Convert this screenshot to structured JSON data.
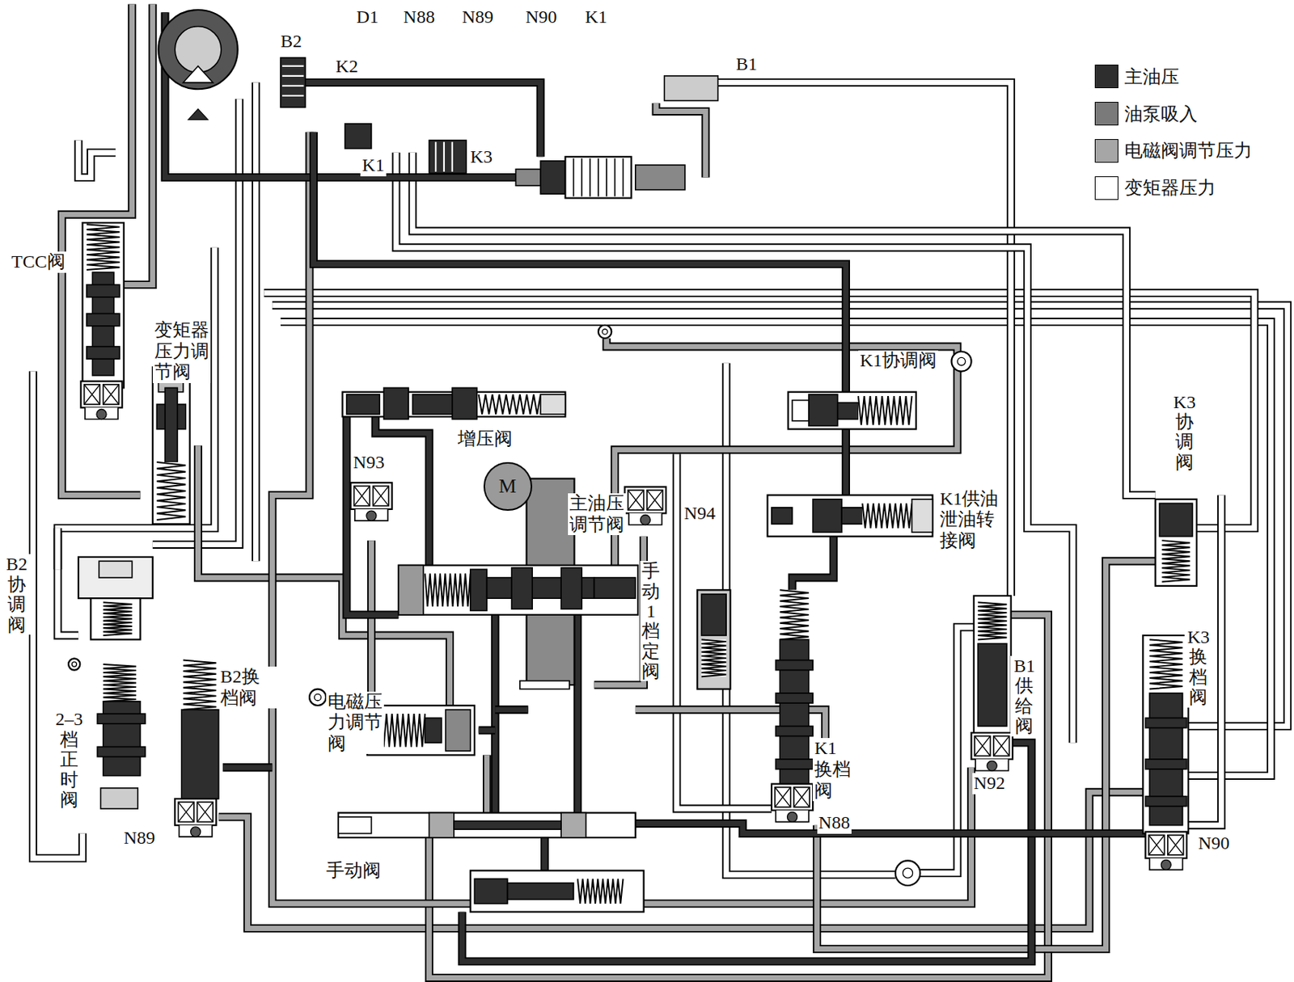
{
  "diagram": {
    "nodes": [
      {
        "text": [
          "M"
        ]
      }
    ],
    "labels": [
      "D1",
      "N88",
      "N89",
      "N90",
      "K1",
      "B2",
      "K2",
      "B1",
      "K1",
      "K3",
      "TCC阀",
      "变矩器压力调节阀",
      "K1协调阀",
      "K3协调阀",
      "增压阀",
      "N93",
      "主油压调节阀",
      "N94",
      "K1供油泄油转接阀",
      "手动1档定阀",
      "B2协调阀",
      "2–3档正时阀",
      "B2换档阀",
      "电磁压力调节阀",
      "K1换档阀",
      "B1供给阀",
      "K3换档阀",
      "N89",
      "N88",
      "N92",
      "N90",
      "手动阀"
    ],
    "legend": [
      {
        "text": "主油压",
        "color": "#2e2e2e"
      },
      {
        "text": "油泵吸入",
        "color": "#7a7a7a"
      },
      {
        "text": "电磁阀调节压力",
        "color": "#a6a6a6"
      },
      {
        "text": "变矩器压力",
        "color": "#ffffff"
      }
    ]
  }
}
